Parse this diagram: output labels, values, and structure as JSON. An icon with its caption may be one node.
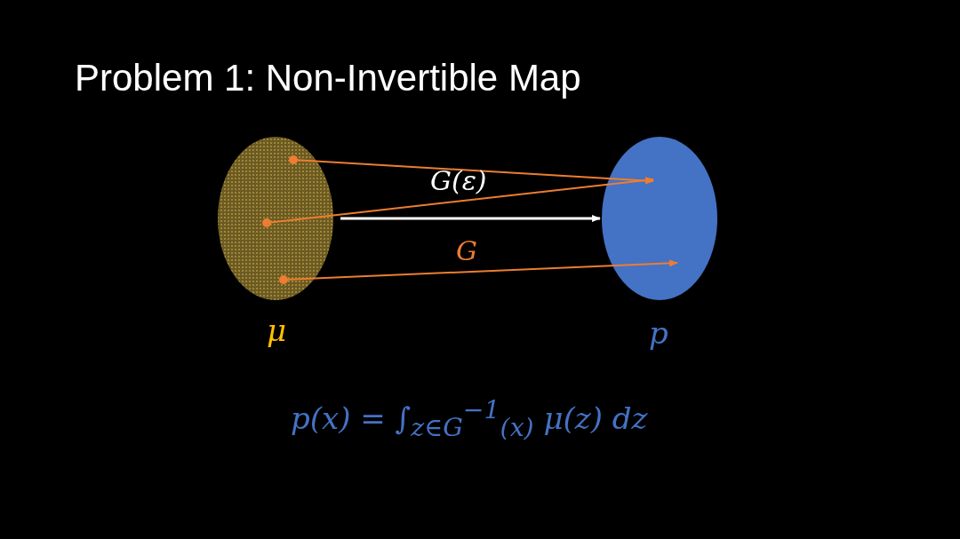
{
  "diagram": {
    "title": "Problem 1: Non-Invertible Map",
    "nodes": [
      {
        "text": [],
        "shape": "ellipse",
        "beside": [
          "μ"
        ]
      },
      {
        "text": [],
        "shape": "ellipse",
        "beside": [
          "p"
        ]
      },
      {
        "text": [],
        "shape": "dot",
        "in": 0
      },
      {
        "text": [],
        "shape": "dot",
        "in": 0
      },
      {
        "text": [],
        "shape": "dot",
        "in": 0
      }
    ],
    "edges": [
      {
        "from": 2,
        "to": 1,
        "arrow": "to"
      },
      {
        "from": 3,
        "to": 1,
        "arrow": "to"
      },
      {
        "from": 0,
        "to": 1,
        "arrow": "to",
        "color": "#ffffff"
      },
      {
        "from": 4,
        "to": 1,
        "arrow": "to"
      }
    ],
    "labels": [
      "G(ε)",
      "G",
      "p(x) = ∫$_{z∈G}$$^{−1}$$_{(x)}$ μ(z) dz"
    ]
  }
}
